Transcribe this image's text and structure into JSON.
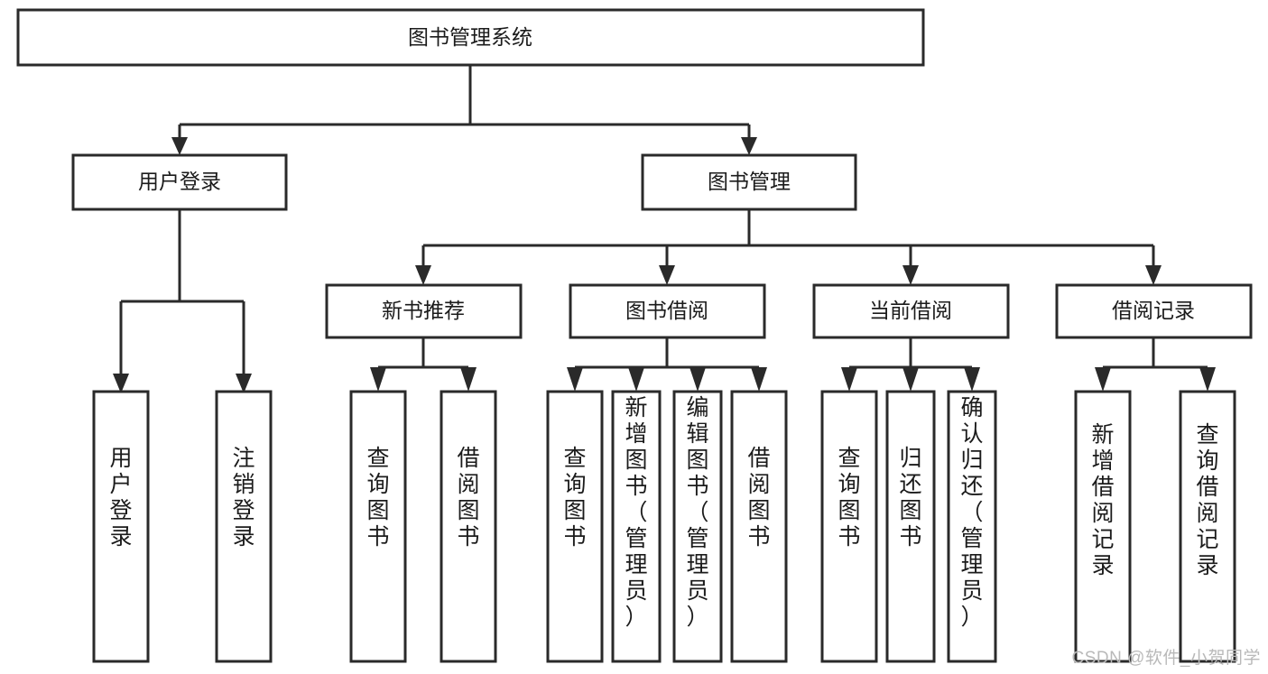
{
  "diagram": {
    "title": "图书管理系统",
    "type": "hierarchy-tree",
    "watermark": "CSDN @软件_小贺同学",
    "colors": {
      "background": "#ffffff",
      "box_fill": "#ffffff",
      "box_stroke": "#2a2a2a",
      "connector": "#2a2a2a",
      "text": "#1b1b1b",
      "watermark": "#b9b9b9"
    },
    "levels": [
      {
        "level": 0,
        "orientation": "horizontal",
        "nodes": [
          {
            "id": "root",
            "label": "图书管理系统"
          }
        ]
      },
      {
        "level": 1,
        "orientation": "horizontal",
        "nodes": [
          {
            "id": "login",
            "label": "用户登录",
            "parent": "root"
          },
          {
            "id": "bookmgmt",
            "label": "图书管理",
            "parent": "root"
          }
        ]
      },
      {
        "level": 2,
        "orientation": "horizontal",
        "nodes": [
          {
            "id": "newbook",
            "label": "新书推荐",
            "parent": "bookmgmt"
          },
          {
            "id": "borrow",
            "label": "图书借阅",
            "parent": "bookmgmt"
          },
          {
            "id": "current",
            "label": "当前借阅",
            "parent": "bookmgmt"
          },
          {
            "id": "record",
            "label": "借阅记录",
            "parent": "bookmgmt"
          }
        ]
      },
      {
        "level": 3,
        "orientation": "vertical",
        "nodes": [
          {
            "id": "leaf1",
            "label": "用户登录",
            "parent": "login"
          },
          {
            "id": "leaf2",
            "label": "注销登录",
            "parent": "login"
          },
          {
            "id": "leaf3",
            "label": "查询图书",
            "parent": "newbook"
          },
          {
            "id": "leaf4",
            "label": "借阅图书",
            "parent": "newbook"
          },
          {
            "id": "leaf5",
            "label": "查询图书",
            "parent": "borrow"
          },
          {
            "id": "leaf6",
            "label": "新增图书（管理员）",
            "parent": "borrow"
          },
          {
            "id": "leaf7",
            "label": "编辑图书（管理员）",
            "parent": "borrow"
          },
          {
            "id": "leaf8",
            "label": "借阅图书",
            "parent": "borrow"
          },
          {
            "id": "leaf9",
            "label": "查询图书",
            "parent": "current"
          },
          {
            "id": "leaf10",
            "label": "归还图书",
            "parent": "current"
          },
          {
            "id": "leaf11",
            "label": "确认归还（管理员）",
            "parent": "current"
          },
          {
            "id": "leaf12",
            "label": "新增借阅记录",
            "parent": "record"
          },
          {
            "id": "leaf13",
            "label": "查询借阅记录",
            "parent": "record"
          }
        ]
      }
    ]
  }
}
